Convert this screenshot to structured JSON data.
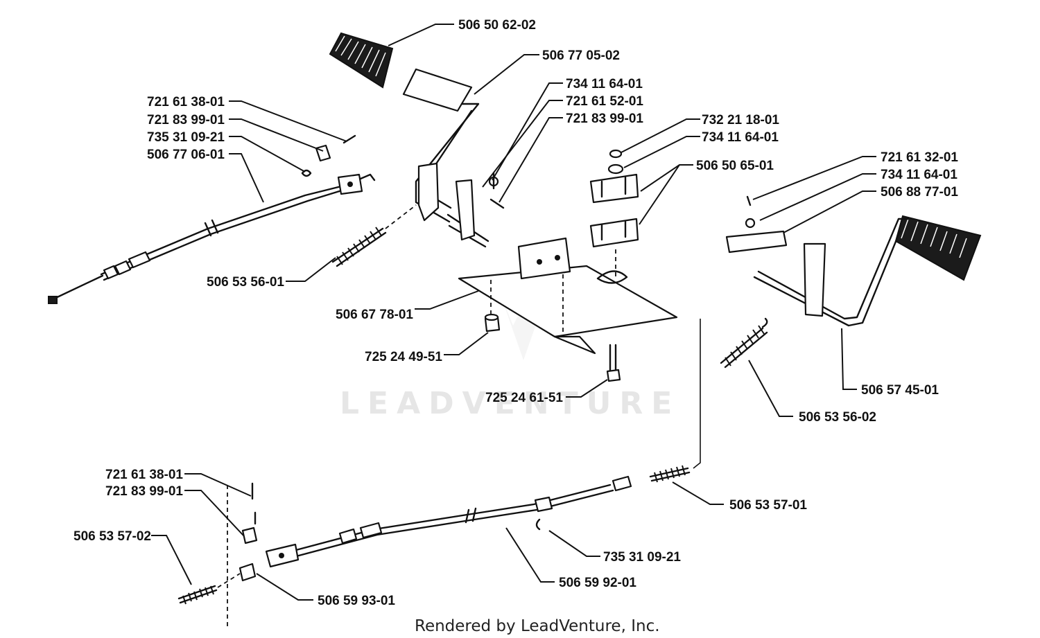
{
  "watermark": "LEADVENTURE",
  "footer": "Rendered by LeadVenture, Inc.",
  "labels": {
    "l506506202": "506 50 62-02",
    "l506770502": "506 77 05-02",
    "l734116401a": "734 11 64-01",
    "l721615201": "721 61 52-01",
    "l721839901a": "721 83 99-01",
    "l721613801a": "721 61 38-01",
    "l721839901b": "721 83 99-01",
    "l735310921a": "735 31 09-21",
    "l506770601": "506 77 06-01",
    "l732211801": "732 21 18-01",
    "l734116401b": "734 11 64-01",
    "l506506501": "506 50 65-01",
    "l721613201": "721 61 32-01",
    "l734116401c": "734 11 64-01",
    "l506887701": "506 88 77-01",
    "l506535601": "506 53 56-01",
    "l506677801": "506 67 78-01",
    "l725244951": "725 24 49-51",
    "l725246151": "725 24 61-51",
    "l506574501": "506 57 45-01",
    "l506535602": "506 53 56-02",
    "l721613801b": "721 61 38-01",
    "l721839901c": "721 83 99-01",
    "l506535702": "506 53 57-02",
    "l506535701": "506 53 57-01",
    "l735310921b": "735 31 09-21",
    "l506599201": "506 59 92-01",
    "l506599301": "506 59 93-01"
  }
}
